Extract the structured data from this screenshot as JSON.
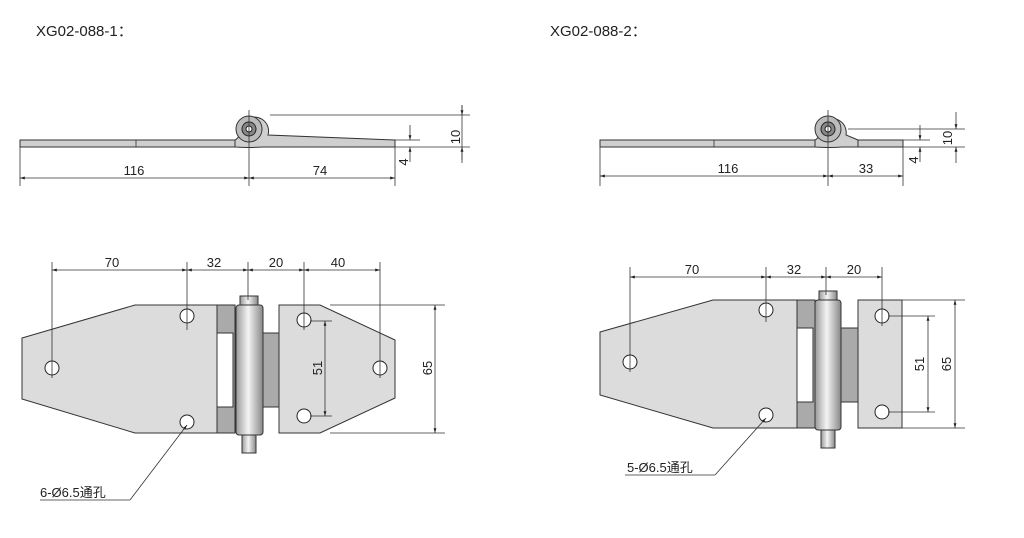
{
  "hinge1": {
    "title": "XG02-088-1：",
    "side_dims": {
      "left": "116",
      "right": "74",
      "thickness": "4",
      "height": "10"
    },
    "plan_dims": {
      "d1": "70",
      "d2": "32",
      "d3": "20",
      "d4": "40",
      "hole_spacing": "51",
      "height": "65"
    },
    "hole_note": "6-Ø6.5通孔"
  },
  "hinge2": {
    "title": "XG02-088-2：",
    "side_dims": {
      "left": "116",
      "right": "33",
      "thickness": "4",
      "height": "10"
    },
    "plan_dims": {
      "d1": "70",
      "d2": "32",
      "d3": "20",
      "hole_spacing": "51",
      "height": "65"
    },
    "hole_note": "5-Ø6.5通孔"
  }
}
